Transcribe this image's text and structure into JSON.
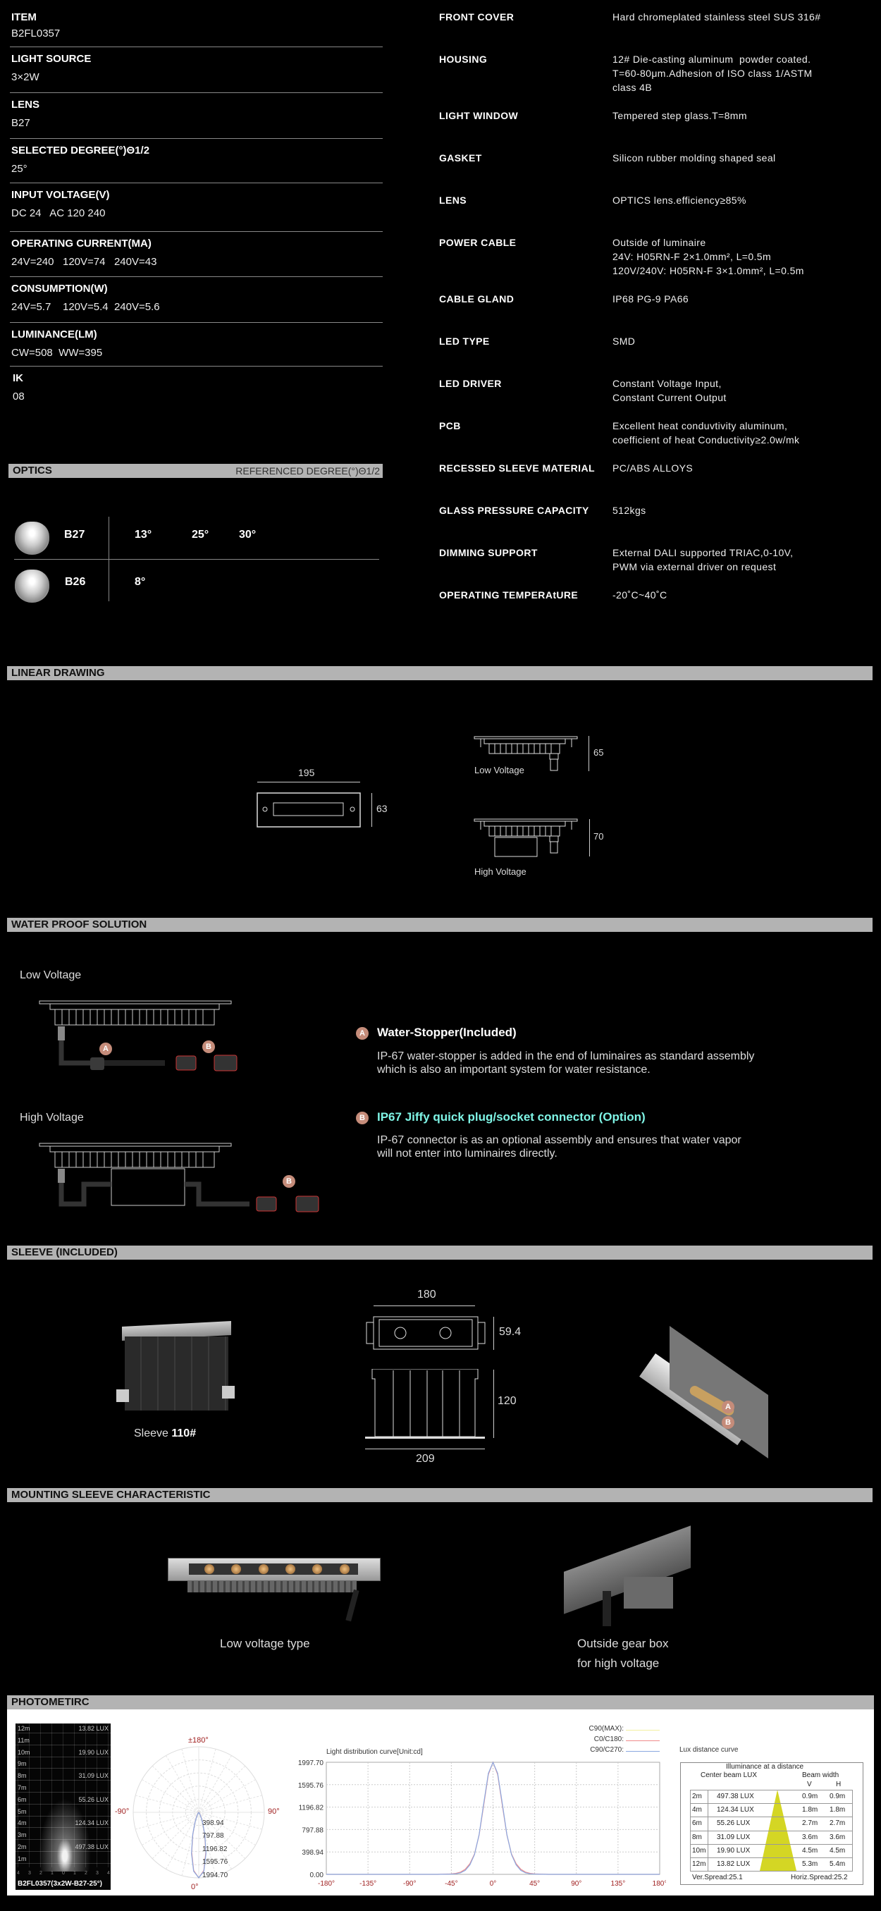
{
  "specs_left": [
    {
      "label": "ITEM",
      "value": "B2FL0357"
    },
    {
      "label": "LIGHT SOURCE",
      "value": "3×2W"
    },
    {
      "label": "LENS",
      "value": "B27"
    },
    {
      "label": "SELECTED DEGREE(°)Θ1/2",
      "value": "25°"
    },
    {
      "label": "INPUT VOLTAGE(V)",
      "value": "DC 24   AC 120 240"
    },
    {
      "label": "OPERATING CURRENT(MA)",
      "value": "24V=240   120V=74   240V=43"
    },
    {
      "label": "CONSUMPTION(W)",
      "value": "24V=5.7    120V=5.4  240V=5.6"
    },
    {
      "label": "LUMINANCE(LM)",
      "value": "CW=508  WW=395"
    },
    {
      "label": "IK",
      "value": "08"
    }
  ],
  "specs_right": [
    {
      "label": "FRONT COVER",
      "value": "Hard chromeplated stainless steel SUS 316#"
    },
    {
      "label": "HOUSING",
      "value": "12# Die-casting aluminum  powder coated.\nT=60-80μm.Adhesion of ISO class 1/ASTM\nclass 4B"
    },
    {
      "label": "LIGHT WINDOW",
      "value": "Tempered step glass.T=8mm"
    },
    {
      "label": "GASKET",
      "value": "Silicon rubber molding shaped seal"
    },
    {
      "label": "LENS",
      "value": "OPTICS lens.efficiency≥85%"
    },
    {
      "label": "POWER CABLE",
      "value": "Outside of luminaire\n24V: H05RN-F 2×1.0mm², L=0.5m\n120V/240V: H05RN-F 3×1.0mm², L=0.5m"
    },
    {
      "label": "CABLE GLAND",
      "value": "IP68 PG-9 PA66"
    },
    {
      "label": "LED TYPE",
      "value": "SMD"
    },
    {
      "label": "LED DRIVER",
      "value": "Constant Voltage Input,\nConstant Current Output"
    },
    {
      "label": "PCB",
      "value": "Excellent heat conduvtivity aluminum,\ncoefficient of heat Conductivity≥2.0w/mk"
    },
    {
      "label": "RECESSED SLEEVE MATERIAL",
      "value": "PC/ABS ALLOYS"
    },
    {
      "label": "GLASS PRESSURE CAPACITY",
      "value": "512kgs"
    },
    {
      "label": "DIMMING SUPPORT",
      "value": "External DALI supported TRIAC,0-10V,\nPWM via external driver on request"
    },
    {
      "label": "OPERATING TEMPERAtURE",
      "value": "-20˚C~40˚C"
    }
  ],
  "optics": {
    "title": "OPTICS",
    "subtitle": "REFERENCED DEGREE(°)Θ1/2",
    "rows": [
      {
        "lens": "B27",
        "degrees": [
          "13°",
          "25°",
          "30°"
        ]
      },
      {
        "lens": "B26",
        "degrees": [
          "8°"
        ]
      }
    ]
  },
  "linear_drawing": {
    "title": "LINEAR DRAWING",
    "front_width": "195",
    "front_height": "63",
    "low_voltage_label": "Low Voltage",
    "low_voltage_height": "65",
    "high_voltage_label": "High Voltage",
    "high_voltage_height": "70"
  },
  "waterproof": {
    "title": "WATER  PROOF  SOLUTION",
    "low_voltage_label": "Low Voltage",
    "high_voltage_label": "High Voltage",
    "a_badge": "A",
    "b_badge": "B",
    "a_title": "Water-Stopper(Included)",
    "a_desc": "IP-67 water-stopper is added in the end of luminaires as standard assembly\nwhich is also an important system for water resistance.",
    "b_title": "IP67 Jiffy quick plug/socket connector (Option)",
    "b_desc": "IP-67 connector is as an optional assembly and ensures that water vapor\nwill not enter into luminaires directly.",
    "b_title_color": "#7ff5e6",
    "badge_color": "#c58c7a"
  },
  "sleeve": {
    "title": "SLEEVE (INCLUDED)",
    "caption_prefix": "Sleeve ",
    "caption_model": "110#",
    "dim_top": "180",
    "dim_side": "59.4",
    "dim_height": "120",
    "dim_bottom": "209",
    "badge_a": "A",
    "badge_b": "B"
  },
  "mounting": {
    "title": "MOUNTING SLEEVE CHARACTERISTIC",
    "low_caption": "Low voltage type",
    "high_caption_1": "Outside gear box",
    "high_caption_2": "for high voltage"
  },
  "photometric": {
    "title": "PHOTOMETIRC",
    "lux_photo": {
      "distances": [
        "12m",
        "11m",
        "10m",
        "9m",
        "8m",
        "7m",
        "6m",
        "5m",
        "4m",
        "3m",
        "2m",
        "1m"
      ],
      "lux_labels": [
        {
          "at": "12m",
          "text": "13.82 LUX"
        },
        {
          "at": "10m",
          "text": "19.90 LUX"
        },
        {
          "at": "8m",
          "text": "31.09 LUX"
        },
        {
          "at": "6m",
          "text": "55.26 LUX"
        },
        {
          "at": "4m",
          "text": "124.34 LUX"
        },
        {
          "at": "2m",
          "text": "497.38 LUX"
        }
      ],
      "x_ticks": [
        "4",
        "3",
        "2",
        "1",
        "0",
        "1",
        "2",
        "3",
        "4"
      ],
      "caption": "B2FL0357(3x2W-B27-25°)"
    },
    "polar": {
      "top_label": "±180°",
      "bottom_label": "0°",
      "left_label": "-90°",
      "right_label": "90°",
      "ring_labels": [
        "398.94",
        "797.88",
        "1196.82",
        "1595.76",
        "1994.70"
      ]
    },
    "lux_table": {
      "title": "Lux distance curve",
      "header": "Illuminance at a distance",
      "center_header": "Center beam LUX",
      "beam_header": "Beam width",
      "v": "V",
      "h": "H",
      "rows": [
        {
          "d": "2m",
          "lux": "497.38 LUX",
          "v": "0.9m",
          "h": "0.9m"
        },
        {
          "d": "4m",
          "lux": "124.34 LUX",
          "v": "1.8m",
          "h": "1.8m"
        },
        {
          "d": "6m",
          "lux": "55.26 LUX",
          "v": "2.7m",
          "h": "2.7m"
        },
        {
          "d": "8m",
          "lux": "31.09 LUX",
          "v": "3.6m",
          "h": "3.6m"
        },
        {
          "d": "10m",
          "lux": "19.90 LUX",
          "v": "4.5m",
          "h": "4.5m"
        },
        {
          "d": "12m",
          "lux": "13.82 LUX",
          "v": "5.3m",
          "h": "5.4m"
        }
      ],
      "ver_spread": "Ver.Spread:25.1",
      "hor_spread": "Horiz.Spread:25.2",
      "beam_color": "#d4d624"
    }
  },
  "chart_data": {
    "type": "line",
    "title": "Light distribution curve[Unit:cd]",
    "xlabel": "",
    "ylabel": "",
    "xlim": [
      -180,
      180
    ],
    "ylim": [
      0,
      1997.7
    ],
    "x_ticks": [
      "-180°",
      "-135°",
      "-90°",
      "-45°",
      "0°",
      "45°",
      "90°",
      "135°",
      "180°"
    ],
    "y_ticks": [
      "1997.70",
      "1595.76",
      "1196.82",
      "797.88",
      "398.94",
      "0.00"
    ],
    "grid": true,
    "legend_position": "top-right",
    "x": [
      -180,
      -60,
      -45,
      -40,
      -35,
      -30,
      -25,
      -20,
      -15,
      -10,
      -5,
      0,
      5,
      10,
      15,
      20,
      25,
      30,
      35,
      40,
      45,
      60,
      180
    ],
    "series": [
      {
        "name": "C90(MAX):",
        "color": "#f2f0a0",
        "values": []
      },
      {
        "name": "C0/C180:",
        "color": "#f08a8a",
        "values": [
          0,
          0,
          8,
          18,
          40,
          90,
          190,
          360,
          700,
          1240,
          1780,
          1997.7,
          1780,
          1240,
          700,
          360,
          190,
          90,
          40,
          18,
          8,
          0,
          0
        ]
      },
      {
        "name": "C90/C270:",
        "color": "#8aa8e0",
        "values": [
          0,
          0,
          4,
          10,
          28,
          70,
          170,
          350,
          710,
          1270,
          1800,
          1994.7,
          1800,
          1270,
          710,
          350,
          170,
          70,
          28,
          10,
          4,
          0,
          0
        ]
      }
    ]
  }
}
